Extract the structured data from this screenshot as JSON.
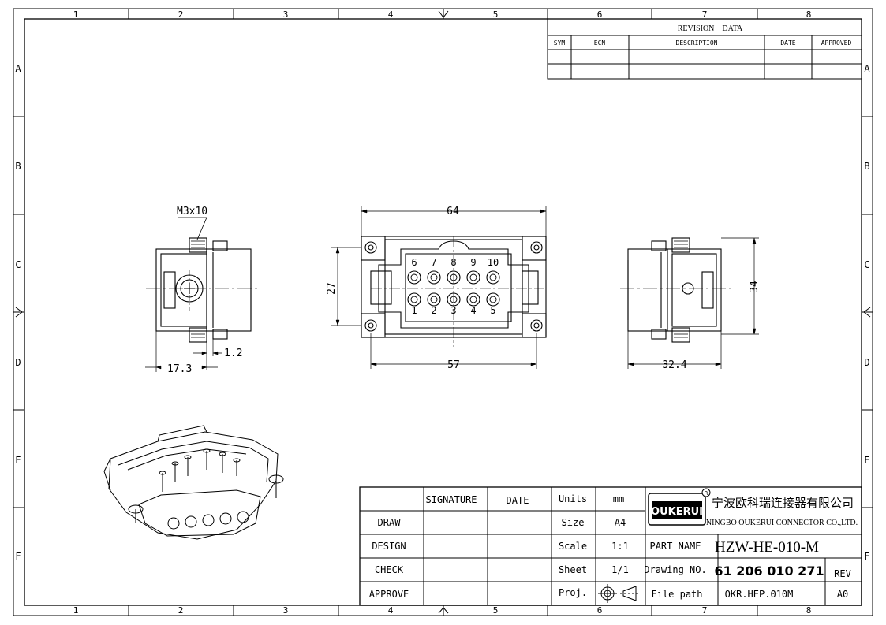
{
  "border": {
    "columns": [
      "1",
      "2",
      "3",
      "4",
      "5",
      "6",
      "7",
      "8"
    ],
    "rows": [
      "A",
      "B",
      "C",
      "D",
      "E",
      "F"
    ]
  },
  "revision": {
    "title": "REVISION    DATA",
    "headers": [
      "SYM",
      "ECN",
      "DESCRIPTION",
      "DATE",
      "APPROVED"
    ]
  },
  "dims": {
    "thread": "M3x10",
    "d64": "64",
    "d57": "57",
    "d27": "27",
    "d34": "34",
    "d17_3": "17.3",
    "d1_2": "1.2",
    "d32_4": "32.4"
  },
  "pins": {
    "top": [
      "6",
      "7",
      "8",
      "9",
      "10"
    ],
    "bottom": [
      "1",
      "2",
      "3",
      "4",
      "5"
    ]
  },
  "title_block": {
    "signature_header": "SIGNATURE",
    "date_header": "DATE",
    "roles": [
      "DRAW",
      "DESIGN",
      "CHECK",
      "APPROVE"
    ],
    "units_label": "Units",
    "units_value": "mm",
    "size_label": "Size",
    "size_value": "A4",
    "scale_label": "Scale",
    "scale_value": "1:1",
    "sheet_label": "Sheet",
    "sheet_value": "1/1",
    "proj_label": "Proj.",
    "logo_text": "OUKERUI",
    "company_cn": "宁波欧科瑞连接器有限公司",
    "company_en": "NINGBO OUKERUI CONNECTOR CO.,LTD.",
    "part_name_label": "PART NAME",
    "part_name_value": "HZW-HE-010-M",
    "drawing_no_label": "Drawing NO.",
    "drawing_no_value": "61 206 010 271",
    "rev_label": "REV",
    "file_path_label": "File path",
    "file_path_value": "OKR.HEP.010M",
    "rev_value": "A0"
  }
}
